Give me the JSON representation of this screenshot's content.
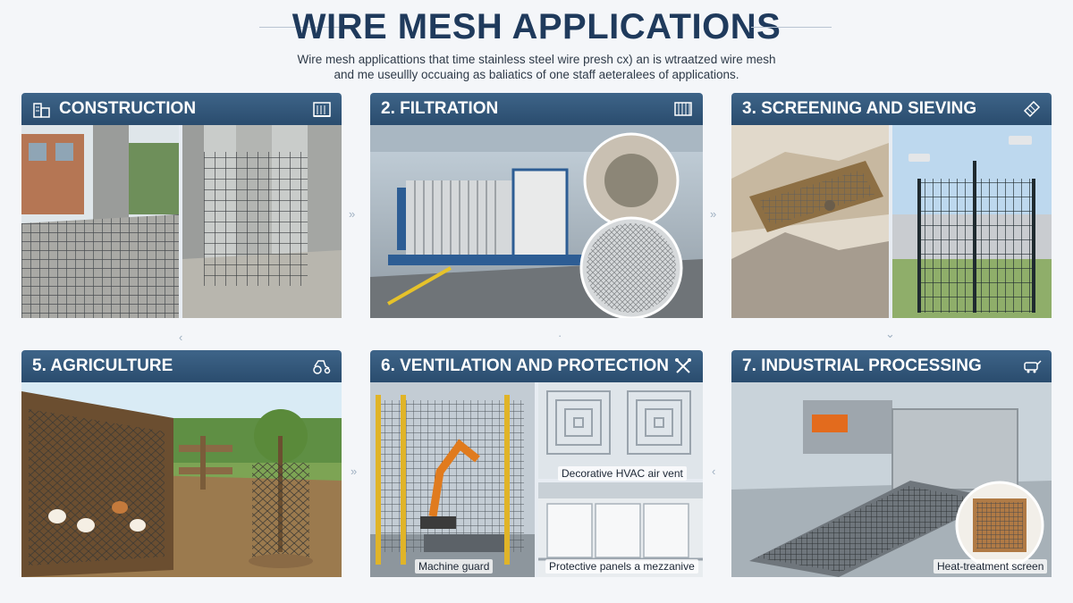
{
  "header": {
    "title": "WIRE MESH APPLICATIONS",
    "subtitle_line1": "Wire mesh applicattions that time stainless steel  wire presh cx) an is wtraatzed wire mesh",
    "subtitle_line2": "and me useullly occuaing as baliatics of one staff aeteralees of applications."
  },
  "panels": [
    {
      "label": "CONSTRUCTION",
      "icon": "building-icon"
    },
    {
      "label": "2. FILTRATION",
      "icon": "filter-press-icon"
    },
    {
      "label": "3. SCREENING AND SIEVING",
      "icon": "sieve-icon"
    },
    {
      "label": "5. AGRICULTURE",
      "icon": "tractor-icon"
    },
    {
      "label": "6. VENTILATION AND PROTECTION",
      "icon": "tools-icon"
    },
    {
      "label": "7. INDUSTRIAL PROCESSING",
      "icon": "conveyor-icon"
    }
  ],
  "captions": {
    "hvac": "Decorative HVAC air vent",
    "guard": "Machine guard",
    "panels": "Protective panels a mezzanive",
    "heat": "Heat-treatment screen"
  },
  "colors": {
    "header_bar": "#2f5478",
    "title": "#1f3a5c",
    "background": "#f4f6f9"
  }
}
